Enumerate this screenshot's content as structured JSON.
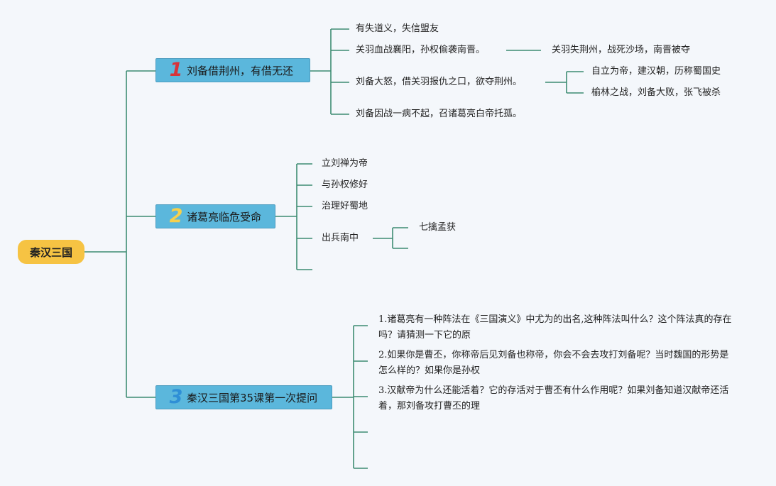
{
  "root": {
    "label": "秦汉三国"
  },
  "colors": {
    "root": "#f6c343",
    "branch": "#5bb7dc",
    "line": "#3d8c72",
    "num1": "#d8333a",
    "num2": "#f6d04d",
    "num3": "#2f8fd6"
  },
  "branches": [
    {
      "number": "1",
      "label": "刘备借荆州，有借无还",
      "children": [
        {
          "label": "有失道义，失信盟友"
        },
        {
          "label": "关羽血战襄阳，孙权偷袭南晋。",
          "children": [
            {
              "label": "关羽失荆州，战死沙场，南晋被夺"
            }
          ]
        },
        {
          "label": "刘备大怒，借关羽报仇之口，欲夺荆州。",
          "children": [
            {
              "label": "自立为帝，建汉朝，历称蜀国史"
            },
            {
              "label": "榆林之战，刘备大败，张飞被杀"
            }
          ]
        },
        {
          "label": "刘备因战一病不起，召诸葛亮白帝托孤。"
        }
      ]
    },
    {
      "number": "2",
      "label": "诸葛亮临危受命",
      "children": [
        {
          "label": "立刘禅为帝"
        },
        {
          "label": "与孙权修好"
        },
        {
          "label": "治理好蜀地"
        },
        {
          "label": "出兵南中",
          "children": [
            {
              "label": "七擒孟获"
            },
            {
              "label": ""
            }
          ]
        },
        {
          "label": ""
        }
      ]
    },
    {
      "number": "3",
      "label": "秦汉三国第35课第一次提问",
      "children": [
        {
          "label": "1.诸葛亮有一种阵法在《三国演义》中尤为的出名,这种阵法叫什么？这个阵法真的存在吗？请猜测一下它的原"
        },
        {
          "label": "2.如果你是曹丕，你称帝后见刘备也称帝，你会不会去攻打刘备呢？当时魏国的形势是怎么样的？如果你是孙权"
        },
        {
          "label": "3.汉献帝为什么还能活着？它的存活对于曹丕有什么作用呢？如果刘备知道汉献帝还活着，那刘备攻打曹丕的理"
        },
        {
          "label": ""
        },
        {
          "label": ""
        }
      ]
    }
  ]
}
